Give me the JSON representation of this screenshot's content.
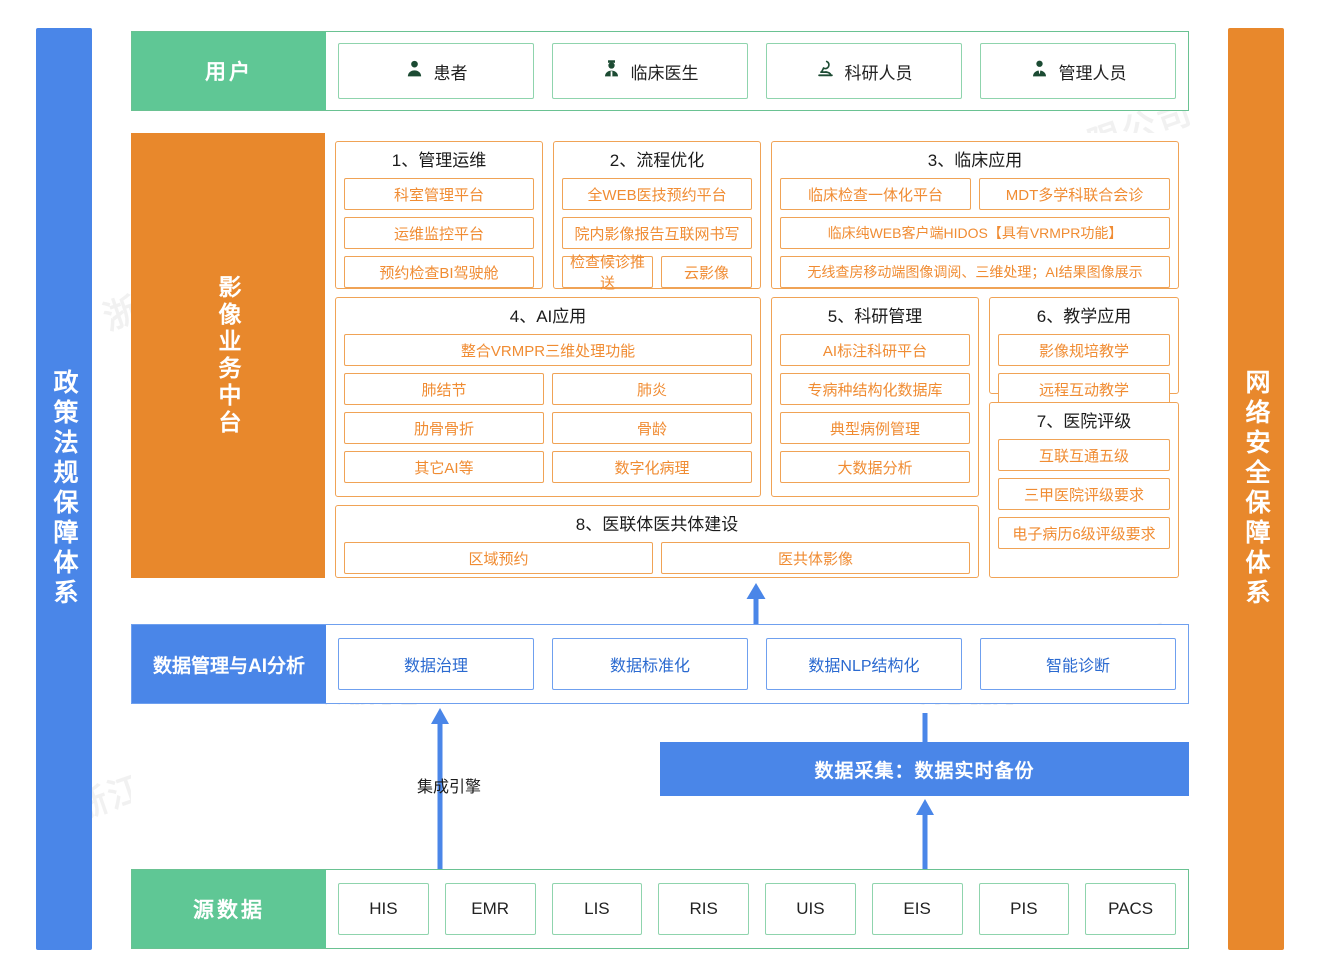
{
  "pillars": {
    "left": "政策法规保障体系",
    "right": "网络安全保障体系",
    "left_color": "#4a86e8",
    "right_color": "#e8882c"
  },
  "watermark": "浙江卡易智慧医疗科技有限公司",
  "users": {
    "label": "用户",
    "label_color": "#5fc795",
    "cards": [
      {
        "icon": "user-icon",
        "label": "患者"
      },
      {
        "icon": "doctor-icon",
        "label": "临床医生"
      },
      {
        "icon": "microscope-icon",
        "label": "科研人员"
      },
      {
        "icon": "admin-user-icon",
        "label": "管理人员"
      }
    ]
  },
  "platform": {
    "label": "影像业务中台",
    "label_color": "#e8882c",
    "accent_color": "#f08c33",
    "groups": [
      {
        "id": "g1",
        "title": "1、管理运维",
        "rows": [
          [
            "科室管理平台"
          ],
          [
            "运维监控平台"
          ],
          [
            "预约检查BI驾驶舱"
          ]
        ]
      },
      {
        "id": "g2",
        "title": "2、流程优化",
        "rows": [
          [
            "全WEB医技预约平台"
          ],
          [
            "院内影像报告互联网书写"
          ],
          [
            "检查候诊推送",
            "云影像"
          ]
        ]
      },
      {
        "id": "g3",
        "title": "3、临床应用",
        "rows": [
          [
            "临床检查一体化平台",
            "MDT多学科联合会诊"
          ],
          [
            "临床纯WEB客户端HIDOS【具有VRMPR功能】"
          ],
          [
            "无线查房移动端图像调阅、三维处理；AI结果图像展示"
          ]
        ]
      },
      {
        "id": "g4",
        "title": "4、AI应用",
        "rows": [
          [
            "整合VRMPR三维处理功能"
          ],
          [
            "肺结节",
            "肺炎"
          ],
          [
            "肋骨骨折",
            "骨龄"
          ],
          [
            "其它AI等",
            "数字化病理"
          ]
        ]
      },
      {
        "id": "g5",
        "title": "5、科研管理",
        "rows": [
          [
            "AI标注科研平台"
          ],
          [
            "专病种结构化数据库"
          ],
          [
            "典型病例管理"
          ],
          [
            "大数据分析"
          ]
        ]
      },
      {
        "id": "g6",
        "title": "6、教学应用",
        "rows": [
          [
            "影像规培教学"
          ],
          [
            "远程互动教学"
          ]
        ]
      },
      {
        "id": "g7",
        "title": "7、医院评级",
        "rows": [
          [
            "互联互通五级"
          ],
          [
            "三甲医院评级要求"
          ],
          [
            "电子病历6级评级要求"
          ]
        ]
      },
      {
        "id": "g8",
        "title": "8、医联体医共体建设",
        "rows": [
          [
            "区域预约",
            "医共体影像"
          ]
        ]
      }
    ]
  },
  "datamgmt": {
    "label": "数据管理与AI分析",
    "label_color": "#4a86e8",
    "cards": [
      "数据治理",
      "数据标准化",
      "数据NLP结构化",
      "智能诊断"
    ]
  },
  "connector": {
    "engine_label": "集成引擎",
    "capture_bar": "数据采集：数据实时备份",
    "capture_bar_color": "#4a86e8",
    "arrow_color": "#4a86e8"
  },
  "source": {
    "label": "源数据",
    "label_color": "#5fc795",
    "cards": [
      "HIS",
      "EMR",
      "LIS",
      "RIS",
      "UIS",
      "EIS",
      "PIS",
      "PACS"
    ]
  }
}
